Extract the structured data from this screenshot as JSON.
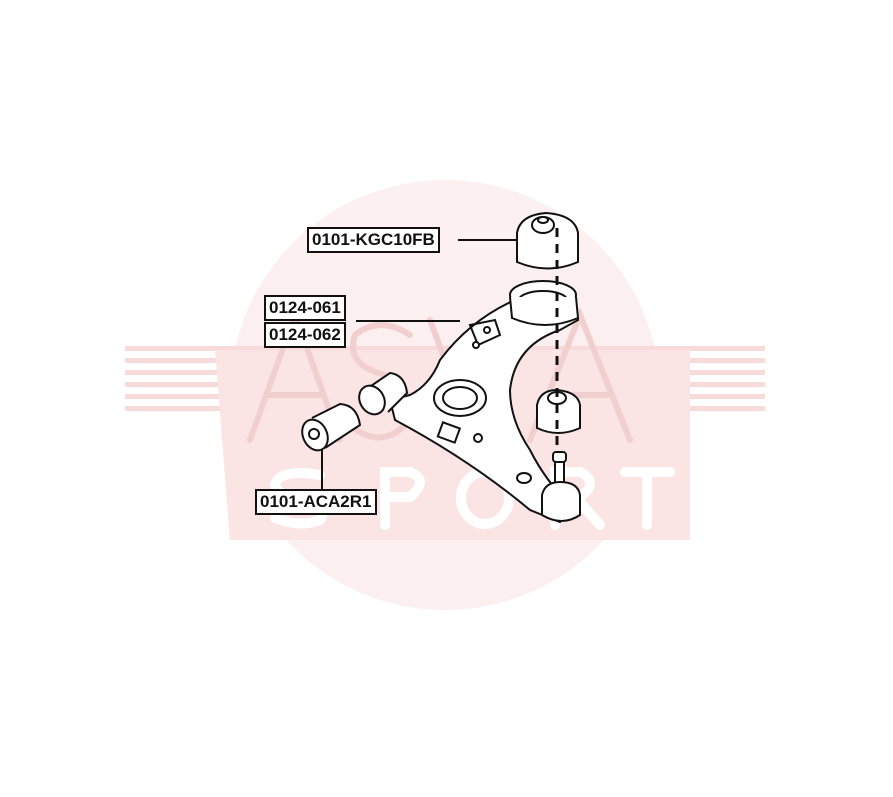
{
  "watermark": {
    "brand_top": "ASVA",
    "brand_bottom": "SPORT",
    "color": "#f3c9c9"
  },
  "labels": {
    "upper_bushing": "0101-KGC10FB",
    "arm_left": "0124-061",
    "arm_right": "0124-062",
    "front_bushing": "0101-ACA2R1"
  }
}
